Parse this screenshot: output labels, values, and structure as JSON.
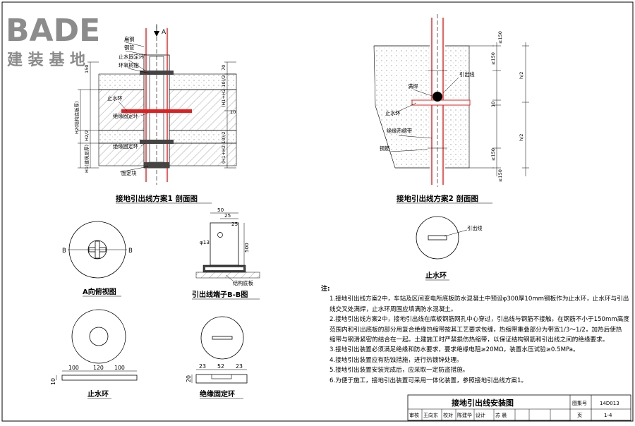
{
  "logo": {
    "brand": "BADE",
    "tagline": "建 装 基 地"
  },
  "section1": {
    "title": "接地引出线方案1 剖面图",
    "view_marker": "A",
    "callouts": [
      "扁钢",
      "钢管",
      "止水固定环",
      "环氧树脂",
      "止水环",
      "绝缘固定环",
      "绝缘固定环",
      "固定块"
    ],
    "dims": [
      "150",
      "H1(建筑层厚)",
      "H2/2",
      "H2(结构底板厚)",
      "70",
      "(H1+H2-10)/2",
      "(H1+H2-10)/2",
      "10"
    ]
  },
  "section2": {
    "title": "接地引出线方案2 剖面图",
    "callouts": [
      "引出线",
      "满焊",
      "止水环",
      "绝缘热缩带",
      "钢筋"
    ],
    "dims": [
      "≥150",
      "≥150",
      "h/2",
      "h/2",
      "10",
      "≥150",
      "≥150"
    ]
  },
  "view_a": {
    "title": "A向俯视图",
    "left": "B",
    "right": "B"
  },
  "terminal_b": {
    "title": "引出线端子B-B图",
    "dims": [
      "50",
      "25",
      "25",
      "500",
      "φ13"
    ],
    "callout": "结构底板"
  },
  "ring_stop": {
    "title": "止水环",
    "dims": [
      "100",
      "120",
      "100",
      "10"
    ]
  },
  "ring_insul": {
    "title": "绝缘固定环",
    "dims": [
      "23",
      "52",
      "23",
      "20"
    ]
  },
  "water_ring_small": {
    "title": "止水环",
    "callout": "引出线"
  },
  "notes": {
    "heading": "注:",
    "lines": [
      "1.接地引出线方案2中，车站及区间变电所底板防水混凝土中预设φ300厚10mm钢板作为止水环，止水环与引出",
      "线交叉处满焊，止水环周围应填满防水混凝土。",
      "2.接地引出线方案2中，接地引出线在底板钢筋网孔中心穿过，引出线与钢筋不接触，在钢筋不小于150mm高度",
      "范围内和引出底板的部分用复合绝缘热缩带按其工艺要求包缠，热缩带重叠部分为带宽1/3～1/2，加热后使热",
      "缩带与钢滑紧密的结合在一起。土建施工时严禁损伤热缩带，以保证结构钢筋和引出线之间的绝缘要求。",
      "3.接地引出装置必须满足绝缘和防水要求，要求绝缘电阻≥20MΩ，装置水压试验≥0.5MPa。",
      "4.接地引出装置应有防蚀措施，进行热镀锌处理。",
      "5.接地引出装置安装完成后，应采取一定防盗措施。",
      "6.为便于施工，接地引出装置可采用一体化装置，参照接地引出线方案1。"
    ]
  },
  "title_block": {
    "drawing_title": "接地引出线安装图",
    "atlas_label": "图集号",
    "atlas_no": "14D013",
    "review_label": "审核",
    "reviewer": "王向东",
    "check_label": "校对",
    "checker": "陈建华",
    "design_label": "设计",
    "designer": "苏 晨",
    "page_label": "页",
    "page_no": "1-4"
  },
  "colors": {
    "line": "#000000",
    "red": "#e02020",
    "hatch": "#555555",
    "logo_gray": "#8c8c8c"
  }
}
